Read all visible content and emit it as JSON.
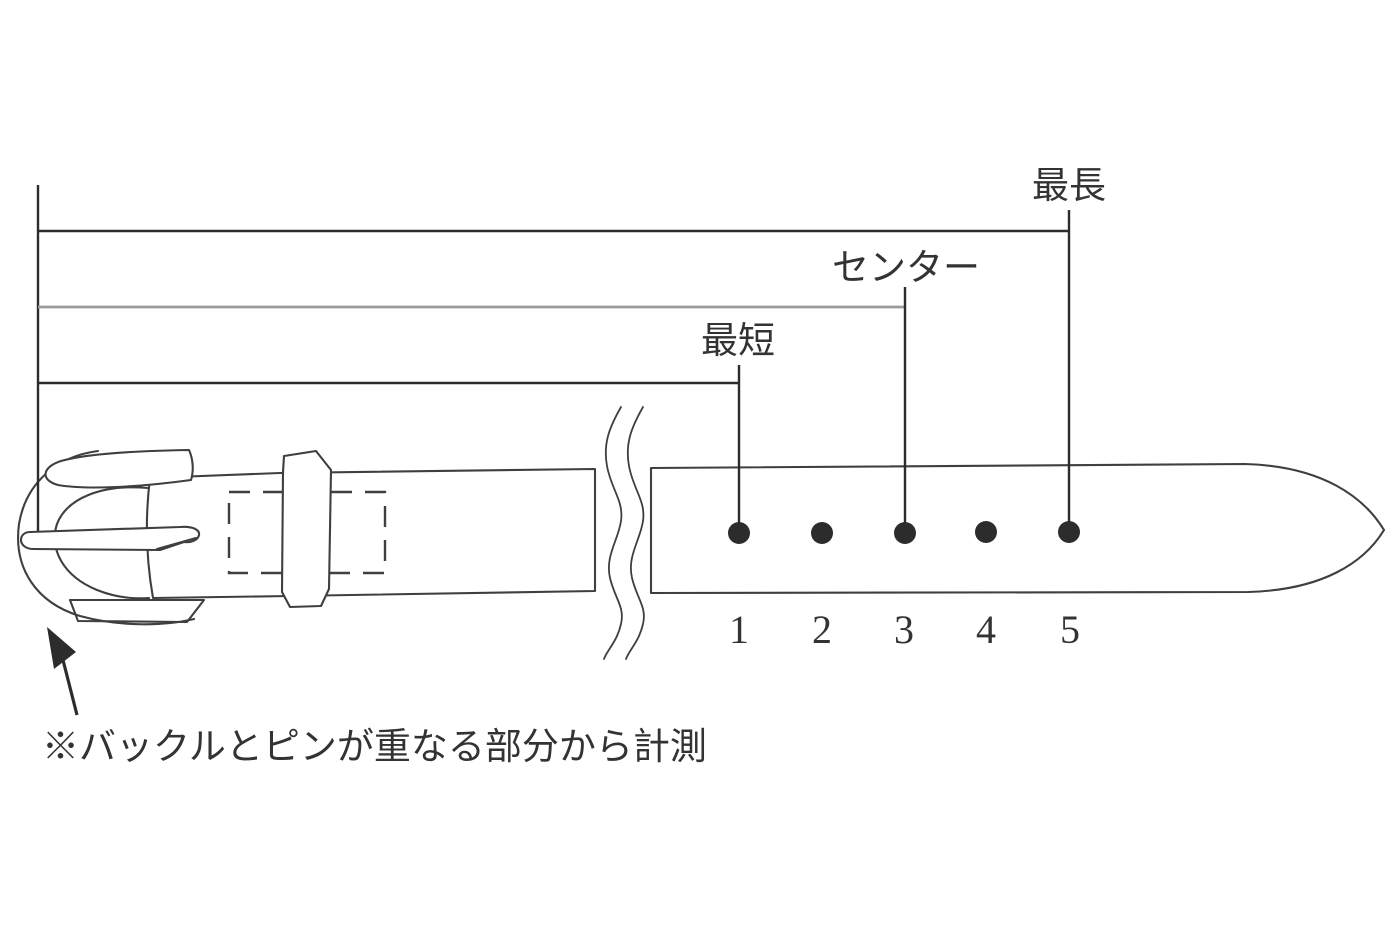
{
  "diagram": {
    "note": "※バックルとピンが重なる部分から計測",
    "measurements": [
      {
        "id": "max",
        "label": "最長",
        "points_to_hole": "5"
      },
      {
        "id": "center",
        "label": "センター",
        "points_to_hole": "3"
      },
      {
        "id": "min",
        "label": "最短",
        "points_to_hole": "1"
      }
    ],
    "holes": [
      "1",
      "2",
      "3",
      "4",
      "5"
    ],
    "colors": {
      "line": "#2c2c2c",
      "center_line": "#9b9b9b",
      "outline": "#3f3f3f",
      "text": "#333333",
      "hole": "#2c2c2c",
      "background": "#ffffff"
    }
  }
}
